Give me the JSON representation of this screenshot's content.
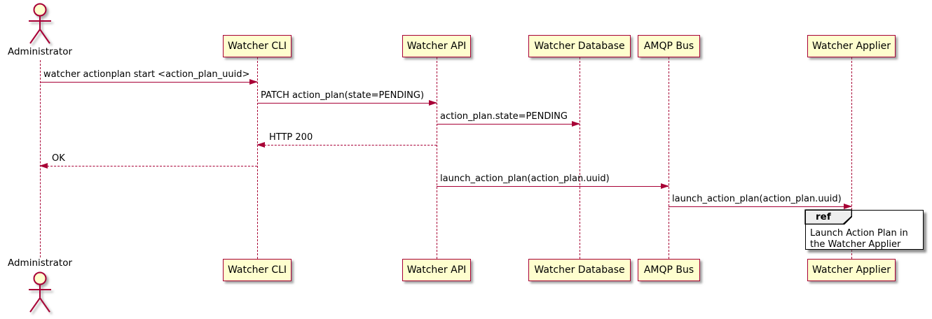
{
  "diagram": {
    "type": "uml-sequence-diagram",
    "colors": {
      "participant_fill": "#FEFECE",
      "participant_border": "#A80036",
      "line": "#A80036",
      "text": "#000000",
      "ref_border": "#000000",
      "ref_header_fill": "#EEEEEE",
      "background": "#FFFFFF"
    },
    "actor": {
      "name": "Administrator"
    },
    "participants": [
      {
        "label": "Watcher CLI"
      },
      {
        "label": "Watcher API"
      },
      {
        "label": "Watcher Database"
      },
      {
        "label": "AMQP Bus"
      },
      {
        "label": "Watcher Applier"
      }
    ],
    "messages": [
      {
        "from": "Administrator",
        "to": "Watcher CLI",
        "label": "watcher actionplan start <action_plan_uuid>",
        "style": "solid",
        "direction": "right"
      },
      {
        "from": "Watcher CLI",
        "to": "Watcher API",
        "label": "PATCH action_plan(state=PENDING)",
        "style": "solid",
        "direction": "right"
      },
      {
        "from": "Watcher API",
        "to": "Watcher Database",
        "label": "action_plan.state=PENDING",
        "style": "solid",
        "direction": "right"
      },
      {
        "from": "Watcher API",
        "to": "Watcher CLI",
        "label": "HTTP 200",
        "style": "dashed",
        "direction": "left"
      },
      {
        "from": "Watcher CLI",
        "to": "Administrator",
        "label": "OK",
        "style": "dashed",
        "direction": "left"
      },
      {
        "from": "Watcher API",
        "to": "AMQP Bus",
        "label": "launch_action_plan(action_plan.uuid)",
        "style": "solid",
        "direction": "right"
      },
      {
        "from": "AMQP Bus",
        "to": "Watcher Applier",
        "label": "launch_action_plan(action_plan.uuid)",
        "style": "solid",
        "direction": "right"
      }
    ],
    "ref": {
      "keyword": "ref",
      "text": "Launch Action Plan in the Watcher Applier",
      "over": "Watcher Applier"
    }
  }
}
